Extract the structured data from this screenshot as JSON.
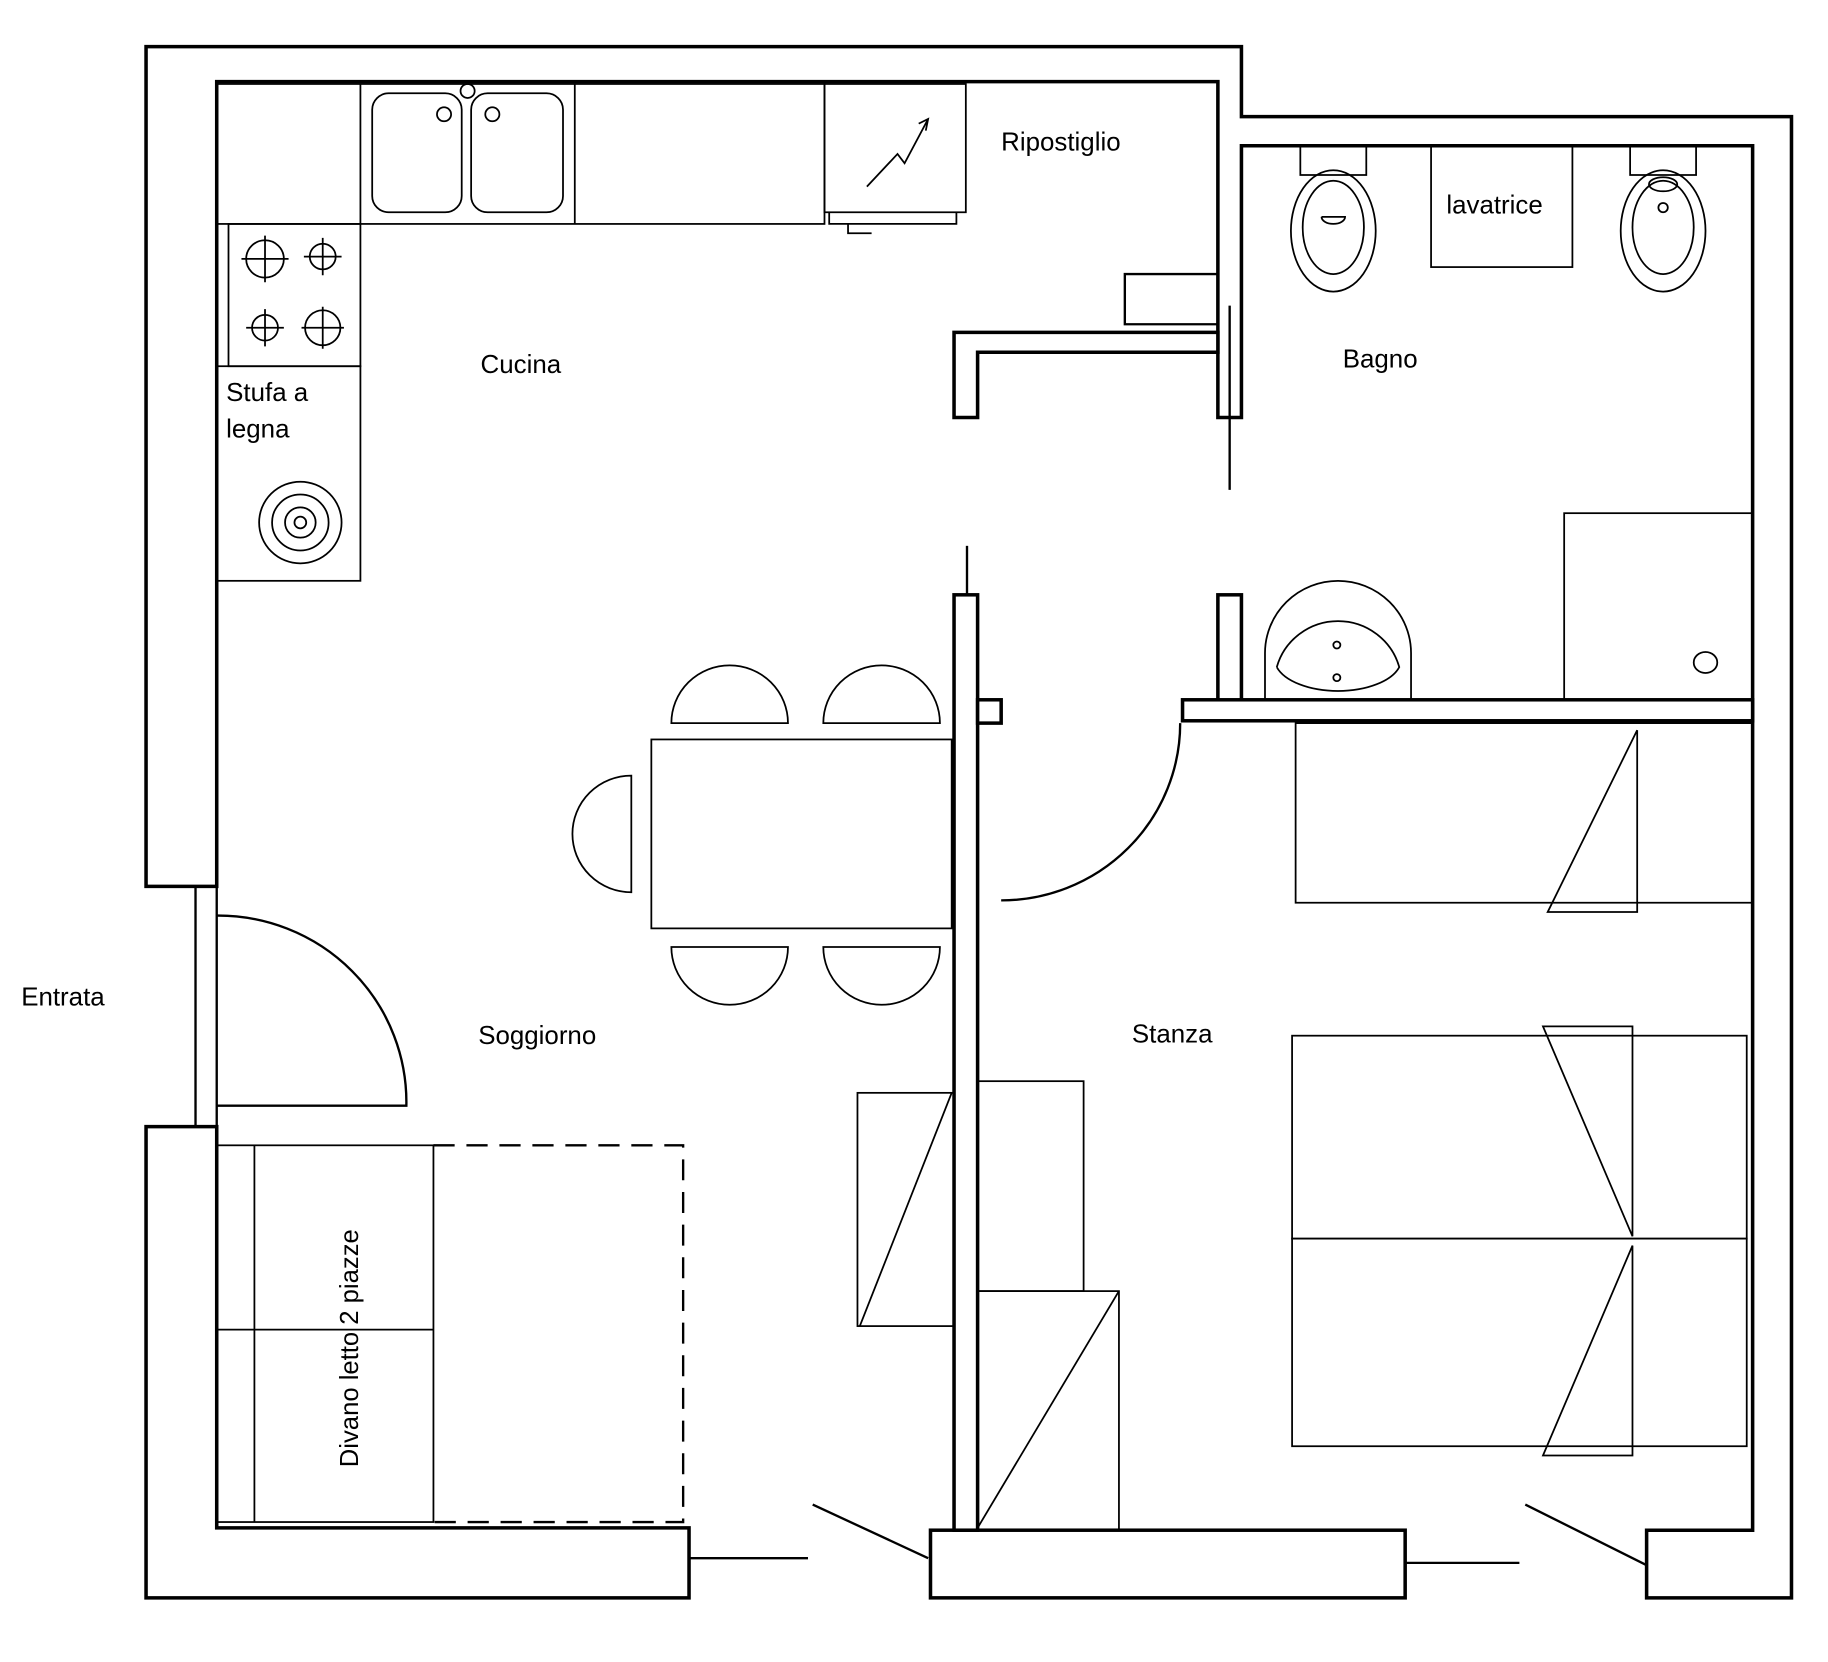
{
  "rooms": {
    "kitchen": "Cucina",
    "storage": "Ripostiglio",
    "bathroom": "Bagno",
    "living": "Soggiorno",
    "bedroom": "Stanza",
    "entrance": "Entrata"
  },
  "fixtures": {
    "wood_stove_line1": "Stufa a",
    "wood_stove_line2": "legna",
    "washing_machine": "lavatrice",
    "sofa_bed": "Divano letto 2 piazze"
  },
  "colors": {
    "line": "#000000",
    "background": "#ffffff"
  }
}
